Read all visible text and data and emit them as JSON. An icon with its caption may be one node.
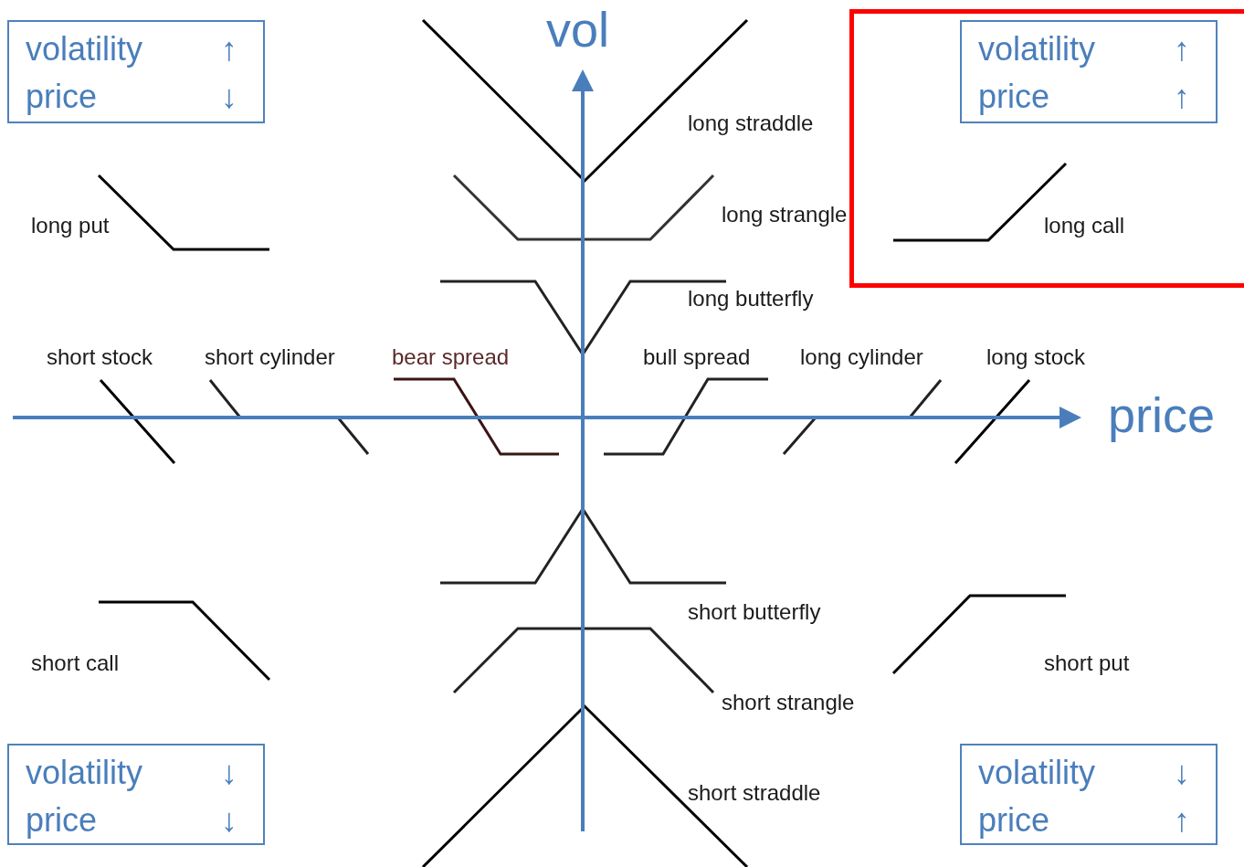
{
  "diagram": {
    "nodes": [
      {
        "text": [
          "volatility",
          "↑",
          "price",
          "↓"
        ]
      },
      {
        "text": [],
        "shape": "box"
      },
      {
        "text": [
          "volatility",
          "↑",
          "price",
          "↑"
        ],
        "in": 1
      },
      {
        "text": [
          "volatility",
          "↓",
          "price",
          "↓"
        ]
      },
      {
        "text": [
          "volatility",
          "↓",
          "price",
          "↑"
        ]
      }
    ],
    "labels": [
      "vol",
      "long straddle",
      "long put",
      "long strangle",
      "long call",
      "long butterfly",
      "short stock",
      "short cylinder",
      "bear spread",
      "bull spread",
      "long cylinder",
      "long stock",
      "price",
      "short butterfly",
      "short call",
      "short put",
      "short strangle",
      "short straddle"
    ]
  }
}
